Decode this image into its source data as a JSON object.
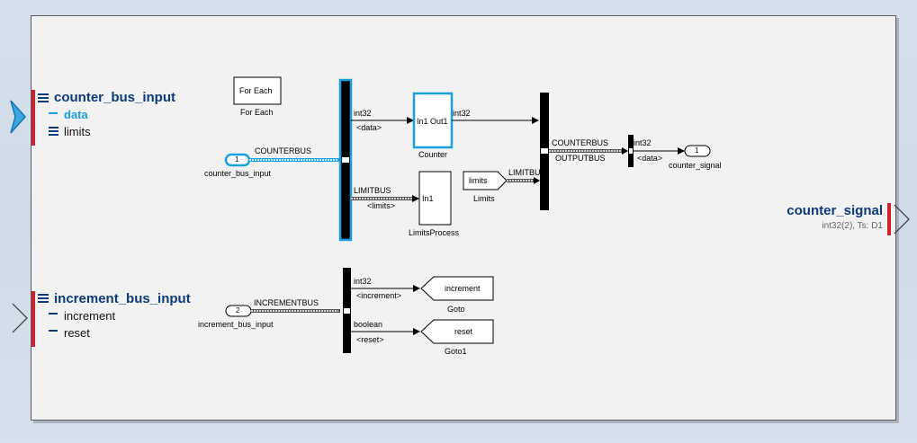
{
  "canvas": {
    "background": "#f2f2f2",
    "accent_selected": "#1a9fe0",
    "port_bar": "#d0202a",
    "port_name_color": "#0d3a7a"
  },
  "inports": [
    {
      "name": "counter_bus_input",
      "icon": "bus-icon",
      "elements": [
        {
          "label": "data",
          "icon": "signal-dash-icon",
          "selected": true
        },
        {
          "label": "limits",
          "icon": "bus-icon",
          "selected": false
        }
      ]
    },
    {
      "name": "increment_bus_input",
      "icon": "bus-icon",
      "elements": [
        {
          "label": "increment",
          "icon": "signal-dash-icon",
          "selected": false
        },
        {
          "label": "reset",
          "icon": "signal-dash-icon",
          "selected": false
        }
      ]
    }
  ],
  "outport": {
    "name": "counter_signal",
    "info": "int32(2), Ts: D1"
  },
  "blocks": {
    "for_each": {
      "text": "For Each",
      "caption": "For Each"
    },
    "inport1": {
      "number": "1",
      "caption": "counter_bus_input"
    },
    "inport2": {
      "number": "2",
      "caption": "increment_bus_input"
    },
    "counter": {
      "in": "In1",
      "out": "Out1",
      "caption": "Counter"
    },
    "limits_process": {
      "in": "In1",
      "caption": "LimitsProcess"
    },
    "limits_from": {
      "text": "limits",
      "caption": "Limits"
    },
    "outport1": {
      "number": "1",
      "caption": "counter_signal"
    },
    "goto": {
      "text": "increment",
      "caption": "Goto"
    },
    "goto1": {
      "text": "reset",
      "caption": "Goto1"
    }
  },
  "signals": {
    "counterbus": "COUNTERBUS",
    "incrementbus": "INCREMENTBUS",
    "limitbus": "LIMITBUS",
    "limitbus2": "LIMITBUS",
    "outputbus": "OUTPUTBUS",
    "int32_a": "int32",
    "int32_b": "int32",
    "int32_c": "int32",
    "int32_d": "int32",
    "data_a": "<data>",
    "data_b": "<data>",
    "limits": "<limits>",
    "increment": "<increment>",
    "boolean": "boolean",
    "reset": "<reset>"
  }
}
